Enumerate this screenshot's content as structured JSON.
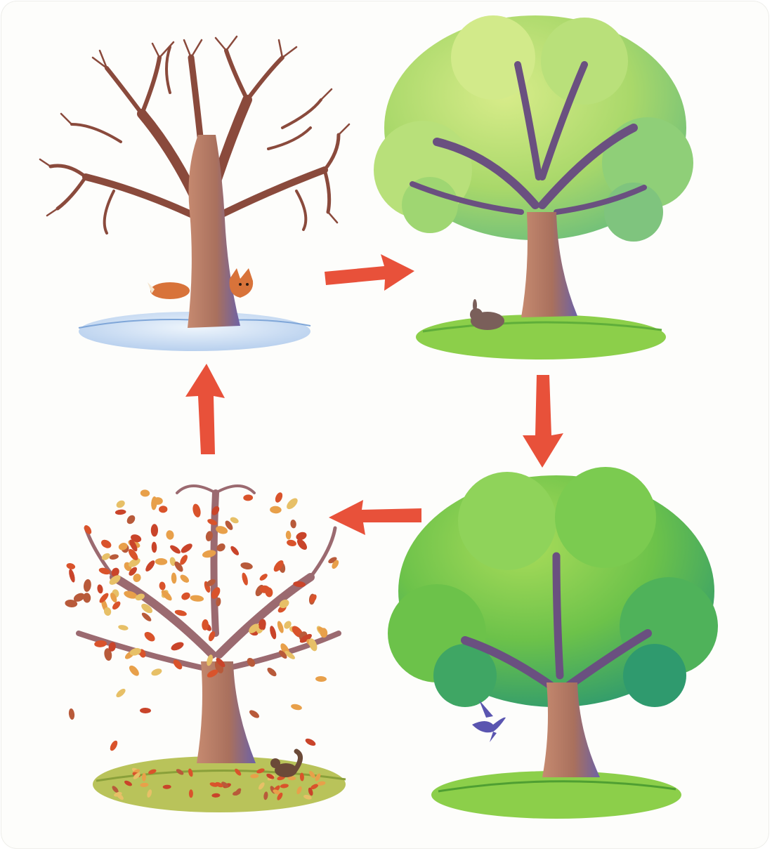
{
  "diagram": {
    "type": "cycle",
    "nodes": [
      {
        "id": "winter",
        "position": "top-left",
        "icon": "bare-tree-with-fox-in-snow"
      },
      {
        "id": "spring",
        "position": "top-right",
        "icon": "light-green-tree-with-rabbit"
      },
      {
        "id": "summer",
        "position": "bottom-right",
        "icon": "full-green-tree-with-bird"
      },
      {
        "id": "autumn",
        "position": "bottom-left",
        "icon": "orange-leaf-tree-with-squirrel"
      }
    ],
    "edges": [
      {
        "from": "winter",
        "to": "spring"
      },
      {
        "from": "spring",
        "to": "summer"
      },
      {
        "from": "summer",
        "to": "autumn"
      },
      {
        "from": "autumn",
        "to": "winter"
      }
    ],
    "colors": {
      "arrow": "#e8513a",
      "trunk": "#b0735e",
      "trunk_shadow": "#6a5fa8",
      "winter_branches": "#8a4a3c",
      "snow": "#cfe0f3",
      "spring_canopy": "#a9d86a",
      "spring_canopy_dark": "#6fbf6a",
      "summer_canopy": "#6cc24a",
      "summer_canopy_dark": "#2f9a6e",
      "autumn_leaf": "#d9532b",
      "autumn_leaf_light": "#e8a04a",
      "grass": "#8ccf4a",
      "grass_autumn": "#b9c35a"
    }
  }
}
